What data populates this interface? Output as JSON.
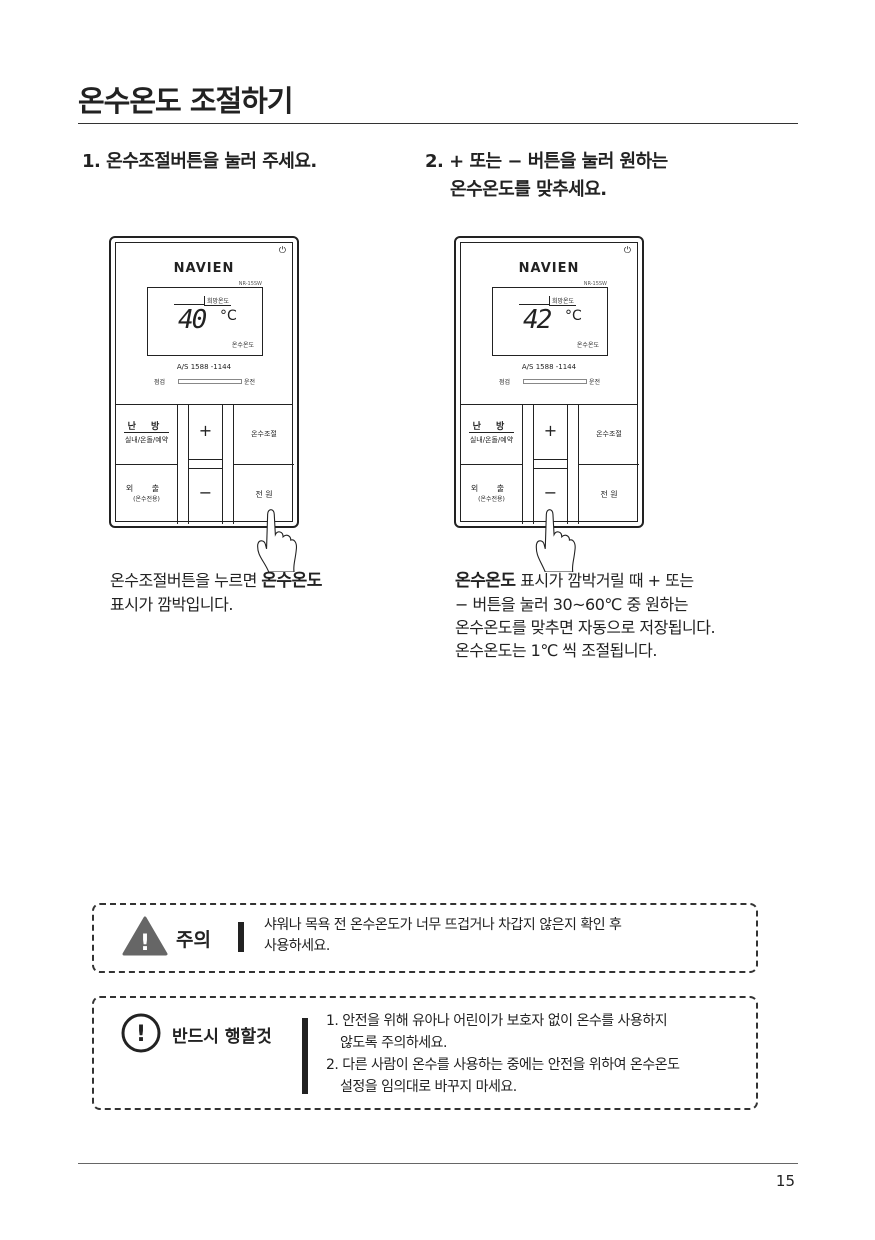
{
  "title": "온수온도 조절하기",
  "step1": {
    "label": "1. 온수조절버튼을 눌러 주세요."
  },
  "step2": {
    "line1": "2. + 또는 − 버튼을 눌러 원하는",
    "line2": "온수온도를 맞추세요."
  },
  "device": {
    "brand": "NAVIEN",
    "model": "NR-15SW",
    "lcd_top_label": "희망온도",
    "lcd_bottom_label": "온수온도",
    "unit": "°C",
    "as": "A/S 1588 -1144",
    "lamp_left": "점검",
    "lamp_right": "운전",
    "key_heat": "난 방",
    "key_heat_sub": "실내/온돌/예약",
    "key_out": "외 출",
    "key_out_sub": "(온수전용)",
    "key_plus": "+",
    "key_minus": "−",
    "key_hotwater": "온수조절",
    "key_power": "전 원",
    "power_icon": "⏻"
  },
  "device_left": {
    "temp": "40"
  },
  "device_right": {
    "temp": "42"
  },
  "desc1": {
    "pre": "온수조절버튼을 누르면 ",
    "bold": "온수온도",
    "line2": "표시가 깜박입니다."
  },
  "desc2": {
    "bold": "온수온도",
    "l1": " 표시가 깜박거릴 때 + 또는",
    "l2": "− 버튼을 눌러 30~60℃ 중 원하는",
    "l3": "온수온도를 맞추면 자동으로 저장됩니다.",
    "l4": "온수온도는 1℃ 씩 조절됩니다."
  },
  "caution": {
    "label": "주의",
    "line1": "샤워나 목욕 전 온수온도가 너무 뜨겁거나 차갑지 않은지 확인 후",
    "line2": "사용하세요."
  },
  "mandatory": {
    "label": "반드시 행할것",
    "l1": "1. 안전을 위해 유아나 어린이가 보호자 없이 온수를 사용하지",
    "l2": "않도록 주의하세요.",
    "l3": "2. 다른 사람이 온수를 사용하는 중에는 안전을 위하여 온수온도",
    "l4": "설정을 임의대로 바꾸지 마세요."
  },
  "page_number": "15"
}
